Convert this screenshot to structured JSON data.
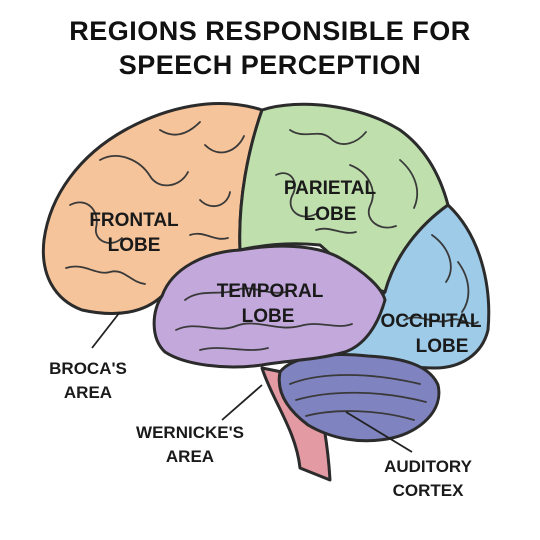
{
  "title": {
    "line1": "REGIONS RESPONSIBLE FOR",
    "line2": "SPEECH PERCEPTION"
  },
  "lobes": {
    "frontal": {
      "line1": "FRONTAL",
      "line2": "LOBE",
      "color": "#f6c49a"
    },
    "parietal": {
      "line1": "PARIETAL",
      "line2": "LOBE",
      "color": "#bfe0ad"
    },
    "temporal": {
      "line1": "TEMPORAL",
      "line2": "LOBE",
      "color": "#c3a8dc"
    },
    "occipital": {
      "line1": "OCCIPITAL",
      "line2": "LOBE",
      "color": "#9dcbe8"
    }
  },
  "structures": {
    "cerebellum_color": "#7f83c0",
    "brainstem_color": "#e39aa3"
  },
  "callouts": {
    "broca": {
      "line1": "BROCA'S",
      "line2": "AREA"
    },
    "wernicke": {
      "line1": "WERNICKE'S",
      "line2": "AREA"
    },
    "auditory": {
      "line1": "AUDITORY",
      "line2": "CORTEX"
    }
  }
}
